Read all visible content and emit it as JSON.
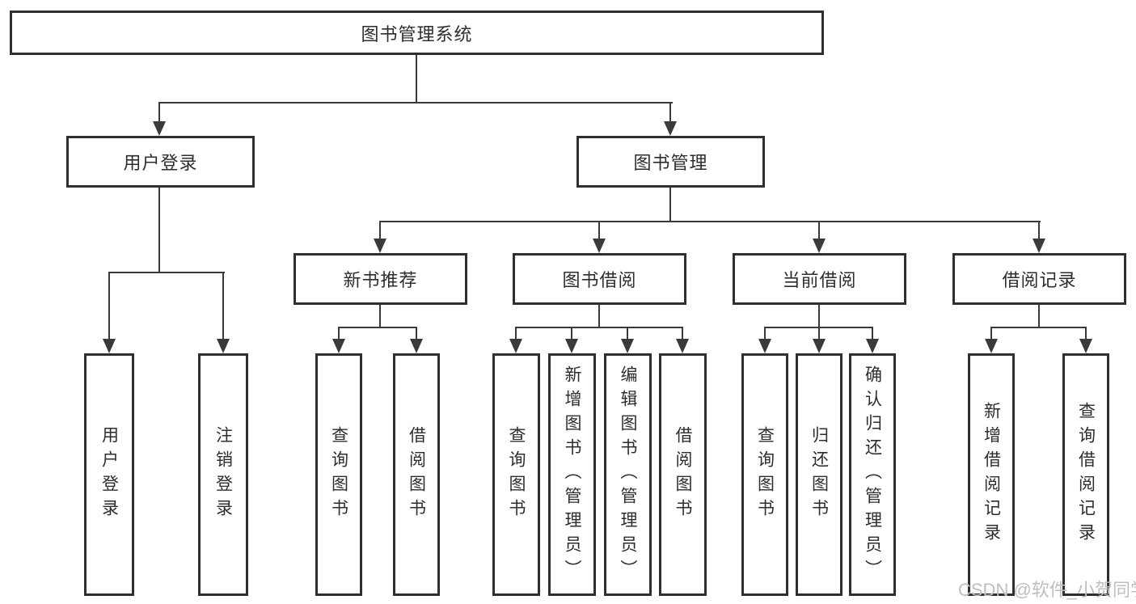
{
  "tree": {
    "root": {
      "label": "图书管理系统",
      "children": [
        {
          "label": "用户登录",
          "children": [
            {
              "label": "用户登录"
            },
            {
              "label": "注销登录"
            }
          ]
        },
        {
          "label": "图书管理",
          "children": [
            {
              "label": "新书推荐",
              "children": [
                {
                  "label": "查询图书"
                },
                {
                  "label": "借阅图书"
                }
              ]
            },
            {
              "label": "图书借阅",
              "children": [
                {
                  "label": "查询图书"
                },
                {
                  "label": "新增图书（管理员）"
                },
                {
                  "label": "编辑图书（管理员）"
                },
                {
                  "label": "借阅图书"
                }
              ]
            },
            {
              "label": "当前借阅",
              "children": [
                {
                  "label": "查询图书"
                },
                {
                  "label": "归还图书"
                },
                {
                  "label": "确认归还（管理员）"
                }
              ]
            },
            {
              "label": "借阅记录",
              "children": [
                {
                  "label": "新增借阅记录"
                },
                {
                  "label": "查询借阅记录"
                }
              ]
            }
          ]
        }
      ]
    }
  },
  "watermark": {
    "text": "CSDN @软件_小贺同学"
  },
  "colors": {
    "line": "#3a3a3a",
    "box_border": "#2f2f2f",
    "text": "#2d2d2d",
    "watermark": "#c2bcbc",
    "background": "#ffffff"
  }
}
